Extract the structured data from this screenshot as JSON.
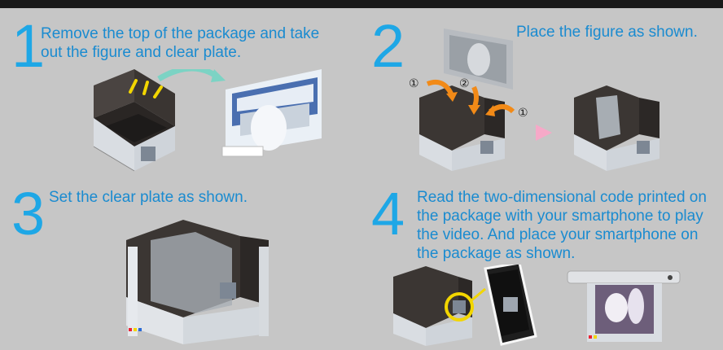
{
  "steps": [
    {
      "number": "1",
      "text": "Remove the top of the package and take out the figure and clear plate."
    },
    {
      "number": "2",
      "text": "Place the figure as shown."
    },
    {
      "number": "3",
      "text": "Set the clear plate as shown."
    },
    {
      "number": "4",
      "text": "Read the two-dimensional code printed on the package with your smartphone to play the video. And place your smartphone on the package as shown."
    }
  ],
  "markers": {
    "m1": "①",
    "m2": "②"
  },
  "colors": {
    "number": "#1ea7e6",
    "text": "#1a8bd0",
    "arrow_orange": "#f28a17",
    "arrow_pink": "#f6a9c8",
    "teal_arrow": "#7cd3c4",
    "highlight": "#f2d600",
    "background": "#c6c6c6"
  }
}
